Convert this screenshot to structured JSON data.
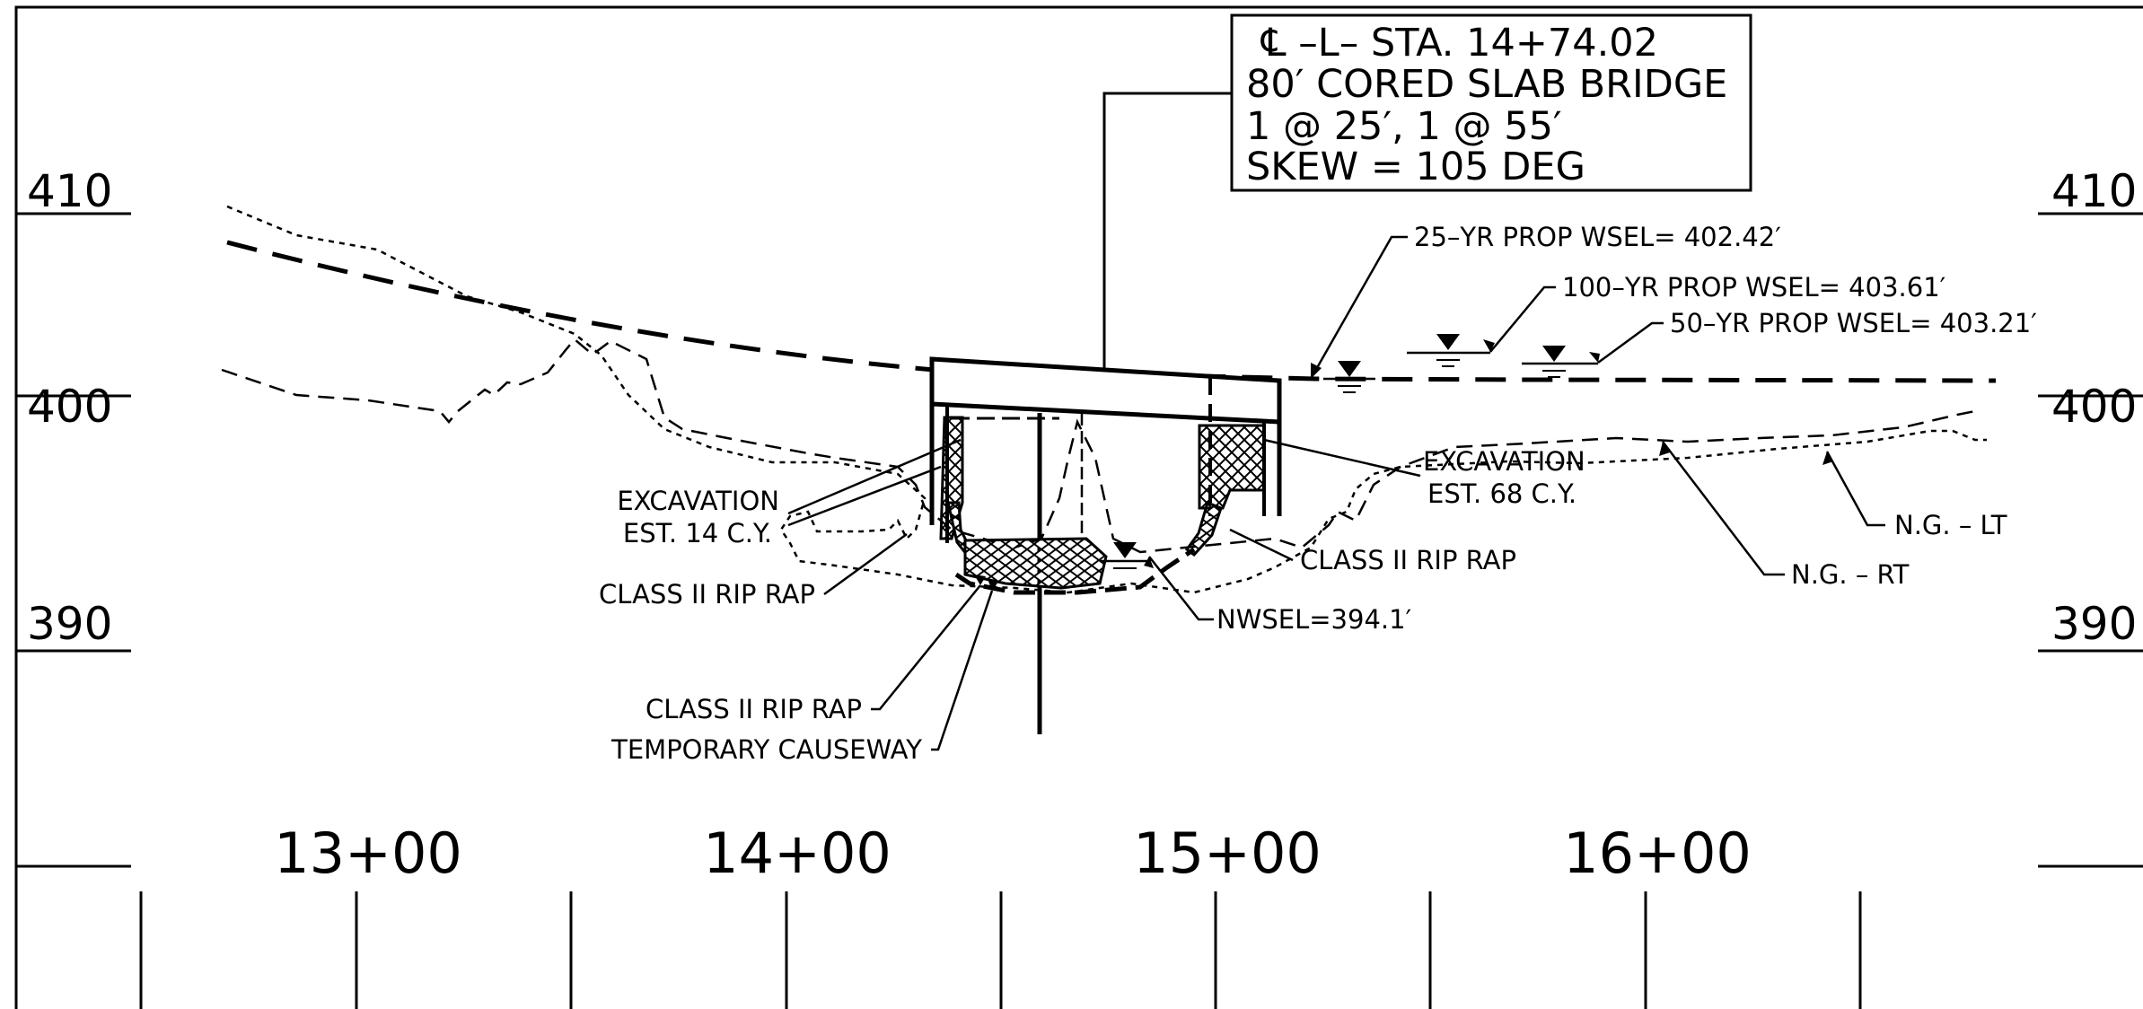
{
  "title_block": {
    "line1": "℄ –L– STA. 14+74.02",
    "line2": "80′ CORED SLAB BRIDGE",
    "line3": "1 @  25′, 1 @  55′",
    "line4": "SKEW  =  105 DEG"
  },
  "elevations": {
    "left": [
      "410",
      "400",
      "390"
    ],
    "right": [
      "410",
      "400",
      "390"
    ]
  },
  "stations": [
    "13+00",
    "14+00",
    "15+00",
    "16+00"
  ],
  "water_levels": {
    "wsel_25": "25–YR PROP WSEL=  402.42′",
    "wsel_100": "100–YR PROP WSEL=  403.61′",
    "wsel_50": "50–YR PROP WSEL=  403.21′",
    "nwsel": "NWSEL=394.1′"
  },
  "callouts": {
    "exc_left_1": "EXCAVATION",
    "exc_left_2": "EST. 14 C.Y.",
    "exc_right_1": "EXCAVATION",
    "exc_right_2": "EST. 68 C.Y.",
    "riprap_left": "CLASS II RIP RAP",
    "riprap_right": "CLASS II RIP RAP",
    "riprap_bottom": "CLASS II RIP RAP",
    "causeway": "TEMPORARY CAUSEWAY",
    "ng_lt": "N.G. – LT",
    "ng_rt": "N.G. – RT"
  },
  "colors": {
    "ink": "#000000",
    "paper": "#ffffff"
  }
}
